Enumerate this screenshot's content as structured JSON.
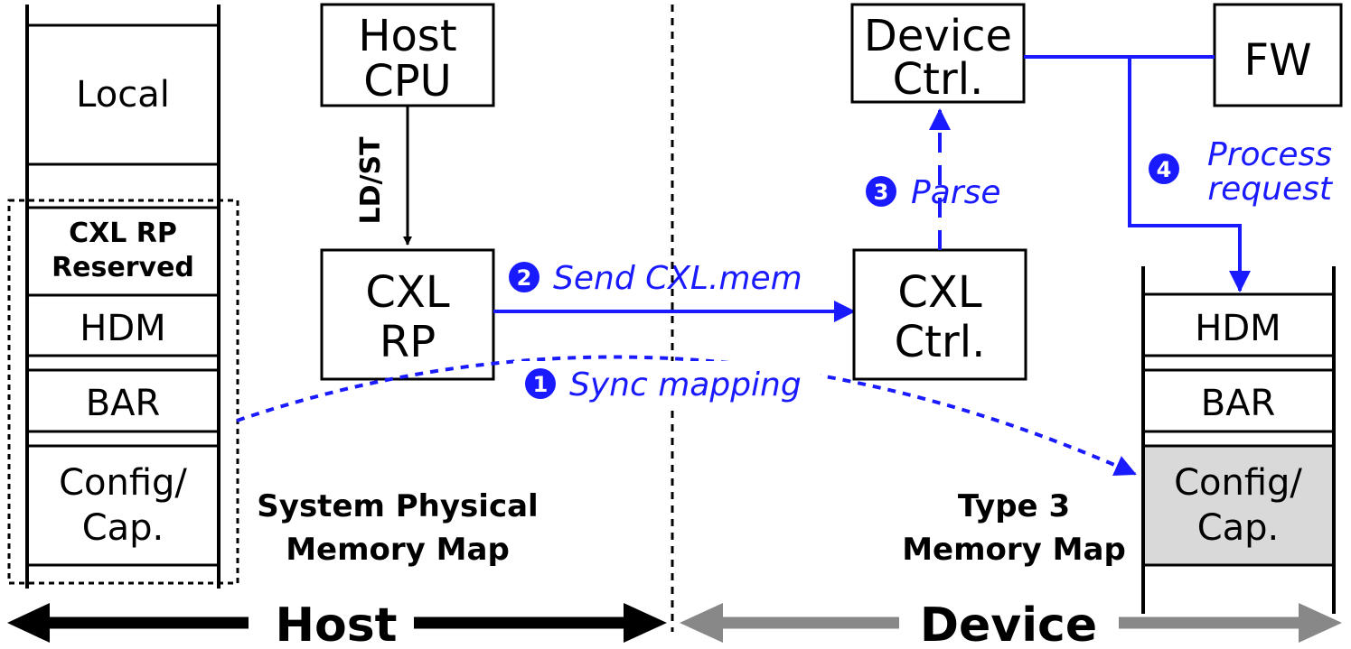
{
  "host_memory_map": {
    "local": "Local",
    "cxl_rp_reserved_1": "CXL RP",
    "cxl_rp_reserved_2": "Reserved",
    "hdm": "HDM",
    "bar": "BAR",
    "config_1": "Config/",
    "config_2": "Cap.",
    "caption_1": "System Physical",
    "caption_2": "Memory Map"
  },
  "host_cpu": {
    "line1": "Host",
    "line2": "CPU"
  },
  "ldst_label": "LD/ST",
  "cxl_rp": {
    "line1": "CXL",
    "line2": "RP"
  },
  "cxl_ctrl": {
    "line1": "CXL",
    "line2": "Ctrl."
  },
  "device_ctrl": {
    "line1": "Device",
    "line2": "Ctrl."
  },
  "fw": "FW",
  "steps": {
    "s1": {
      "num": "1",
      "text": "Sync mapping"
    },
    "s2": {
      "num": "2",
      "text": "Send CXL.mem"
    },
    "s3": {
      "num": "3",
      "text": "Parse"
    },
    "s4": {
      "num": "4",
      "text_1": "Process",
      "text_2": "request"
    }
  },
  "device_memory_map": {
    "hdm": "HDM",
    "bar": "BAR",
    "config_1": "Config/",
    "config_2": "Cap.",
    "caption_1": "Type 3",
    "caption_2": "Memory Map"
  },
  "bottom": {
    "host": "Host",
    "device": "Device"
  },
  "colors": {
    "blue": "#1a1aff",
    "gray": "#888888",
    "config_fill": "#d9d9d9"
  }
}
